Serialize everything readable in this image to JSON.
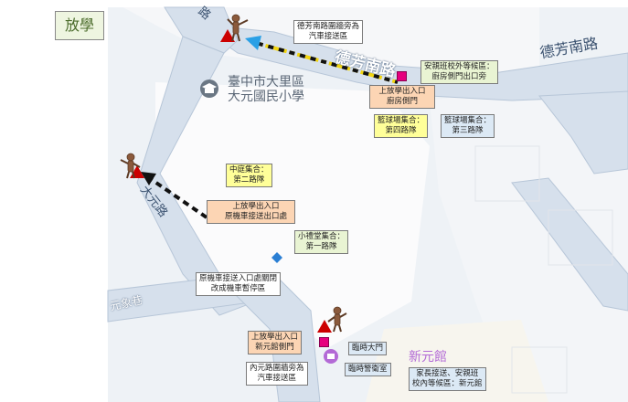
{
  "title": "放學",
  "map_labels": {
    "road_north_a": "德芳南路",
    "road_north_b": "德芳南路",
    "road_top_left": "路",
    "school_name_1": "臺中市大里區",
    "school_name_2": "大元國民小學",
    "road_west": "大元路",
    "road_lane": "元象巷",
    "building": "新元館"
  },
  "notes": {
    "defang_pickup": [
      "德芳南路圍牆旁為",
      "汽車接送區"
    ],
    "after_school_wait": [
      "安親班校外等候區：",
      "廚房側門出口旁"
    ],
    "kitchen_gate": [
      "上放學出入口",
      "廚房側門"
    ],
    "court_4": [
      "籃球場集合：",
      "第四路隊"
    ],
    "court_3": [
      "籃球場集合：",
      "第三路隊"
    ],
    "courtyard_2": [
      "中庭集合：",
      "第二路隊"
    ],
    "moto_gate": [
      "上放學出入口",
      "原機車接送出口處"
    ],
    "small_hall_1": [
      "小禮堂集合：",
      "第一路隊"
    ],
    "moto_closed": [
      "原機車接送入口處關閉",
      "改成機車暫停區"
    ],
    "xinyuan_gate": [
      "上放學出入口",
      "新元館側門"
    ],
    "temp_gate": "臨時大門",
    "temp_guard": "臨時警衛室",
    "neiyuan_pickup": [
      "內元路圍牆旁為",
      "汽車接送區"
    ],
    "parent_pickup": [
      "家長接送、安親班",
      "校內等候區：新元館"
    ]
  },
  "colors": {
    "road_fill": "#d6e0ec",
    "road_stroke": "#b7c6d8",
    "label_road": "#3b5270",
    "gate_marker": "#e6007e",
    "triangle": "#cc0000",
    "arrow_yellow": "#f2d50f",
    "arrow_blue": "#2aa0e6",
    "building_purple": "#b36ad6",
    "school_icon": "#6b7784"
  },
  "icons": [
    "school-icon",
    "person-pointing-icon",
    "warning-triangle-icon",
    "location-pin-icon",
    "diamond-marker-icon"
  ]
}
